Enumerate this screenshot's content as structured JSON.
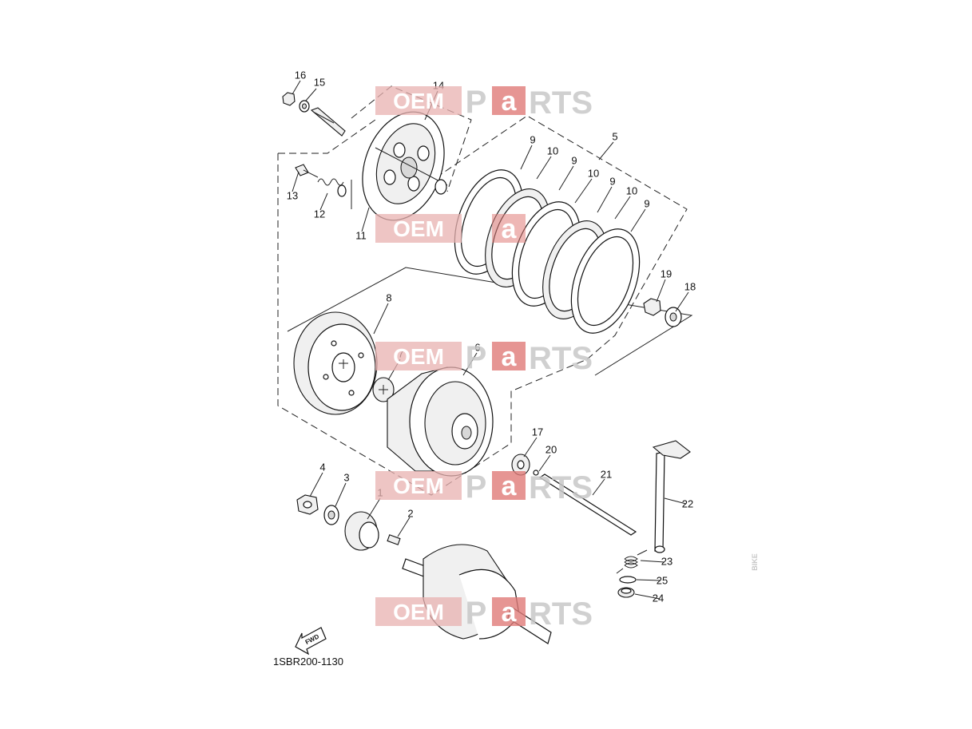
{
  "diagram": {
    "code": "1SBR200-1130",
    "fwd_label": "FWD",
    "callouts": [
      {
        "id": "p16",
        "num": "16"
      },
      {
        "id": "p15",
        "num": "15"
      },
      {
        "id": "p14",
        "num": "14"
      },
      {
        "id": "p13",
        "num": "13"
      },
      {
        "id": "p12",
        "num": "12"
      },
      {
        "id": "p11",
        "num": "11"
      },
      {
        "id": "p5",
        "num": "5"
      },
      {
        "id": "p9a",
        "num": "9"
      },
      {
        "id": "p10a",
        "num": "10"
      },
      {
        "id": "p9b",
        "num": "9"
      },
      {
        "id": "p10b",
        "num": "10"
      },
      {
        "id": "p9c",
        "num": "9"
      },
      {
        "id": "p10c",
        "num": "10"
      },
      {
        "id": "p9d",
        "num": "9"
      },
      {
        "id": "p19",
        "num": "19"
      },
      {
        "id": "p18",
        "num": "18"
      },
      {
        "id": "p8",
        "num": "8"
      },
      {
        "id": "p7",
        "num": "7"
      },
      {
        "id": "p6",
        "num": "6"
      },
      {
        "id": "p17",
        "num": "17"
      },
      {
        "id": "p20",
        "num": "20"
      },
      {
        "id": "p21",
        "num": "21"
      },
      {
        "id": "p22",
        "num": "22"
      },
      {
        "id": "p4",
        "num": "4"
      },
      {
        "id": "p3",
        "num": "3"
      },
      {
        "id": "p1",
        "num": "1"
      },
      {
        "id": "p2",
        "num": "2"
      },
      {
        "id": "p23",
        "num": "23"
      },
      {
        "id": "p25",
        "num": "25"
      },
      {
        "id": "p24",
        "num": "24"
      }
    ]
  },
  "watermark": {
    "oem": "OEM",
    "bike": "BIKE",
    "p": "P",
    "a": "a",
    "rts": "RTS",
    "colors": {
      "oem_box": "#e8b2b0",
      "a_box": "#e07b78",
      "text_gray": "#c8c8c8",
      "white": "#ffffff"
    }
  }
}
